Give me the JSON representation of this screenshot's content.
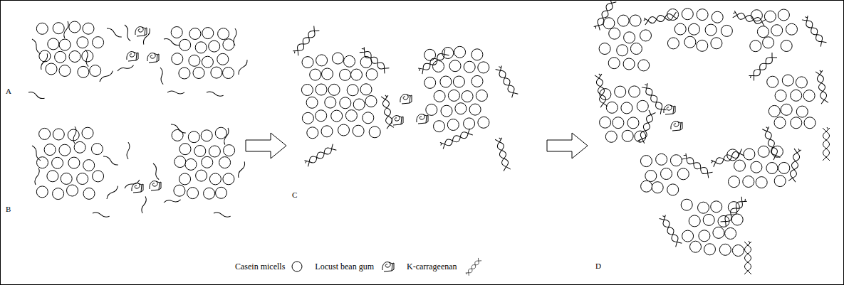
{
  "diagram": {
    "labels": [
      "A",
      "B",
      "C",
      "D"
    ],
    "legend": [
      {
        "text": "Casein micells"
      },
      {
        "text": "Locust bean gum"
      },
      {
        "text": "K-carrageenan"
      }
    ]
  }
}
